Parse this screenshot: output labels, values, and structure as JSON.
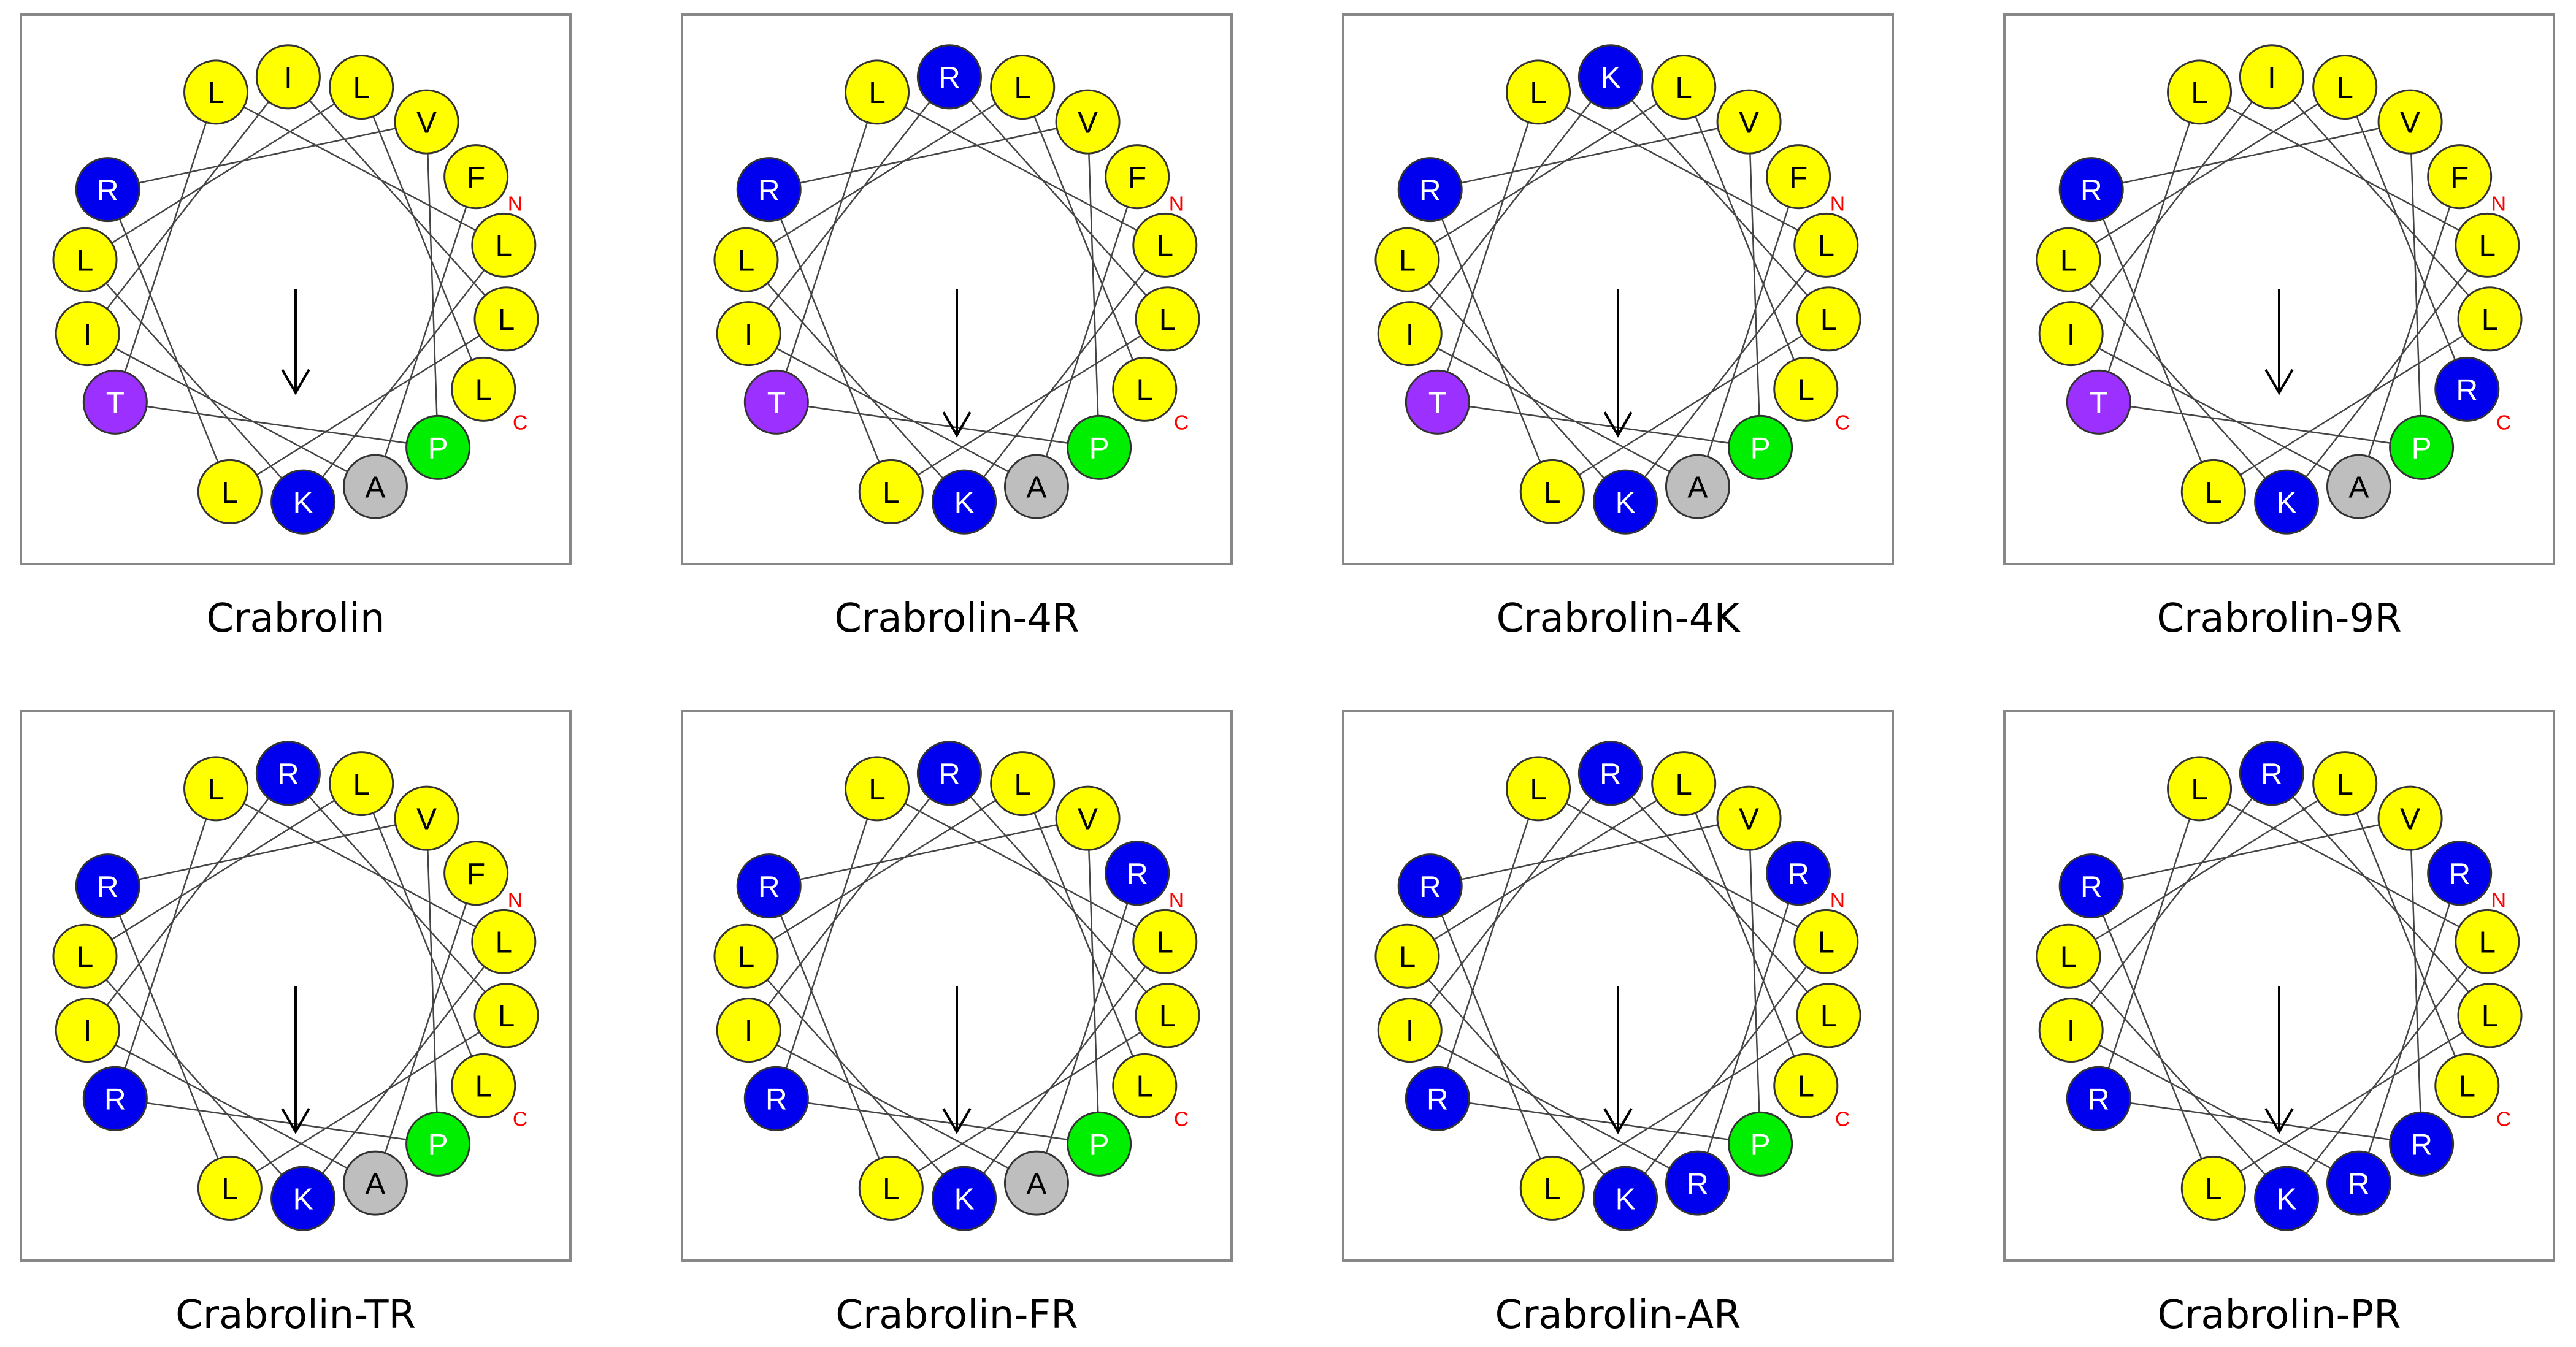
{
  "panels": [
    {
      "caption": "Crabrolin",
      "residues": [
        "F",
        "A",
        "I",
        "I",
        "L",
        "L",
        "R",
        "V",
        "P",
        "T",
        "L",
        "L",
        "K",
        "L",
        "L",
        "L"
      ],
      "arrow": "short"
    },
    {
      "caption": "Crabrolin-4R",
      "residues": [
        "F",
        "A",
        "I",
        "R",
        "L",
        "L",
        "R",
        "V",
        "P",
        "T",
        "L",
        "L",
        "K",
        "L",
        "L",
        "L"
      ],
      "arrow": "long"
    },
    {
      "caption": "Crabrolin-4K",
      "residues": [
        "F",
        "A",
        "I",
        "K",
        "L",
        "L",
        "R",
        "V",
        "P",
        "T",
        "L",
        "L",
        "K",
        "L",
        "L",
        "L"
      ],
      "arrow": "long"
    },
    {
      "caption": "Crabrolin-9R",
      "residues": [
        "F",
        "A",
        "I",
        "I",
        "L",
        "L",
        "R",
        "V",
        "P",
        "T",
        "L",
        "L",
        "K",
        "L",
        "L",
        "R"
      ],
      "arrow": "short"
    },
    {
      "caption": "Crabrolin-TR",
      "residues": [
        "F",
        "A",
        "I",
        "R",
        "L",
        "L",
        "R",
        "V",
        "P",
        "R",
        "L",
        "L",
        "K",
        "L",
        "L",
        "L"
      ],
      "arrow": "long"
    },
    {
      "caption": "Crabrolin-FR",
      "residues": [
        "R",
        "A",
        "I",
        "R",
        "L",
        "L",
        "R",
        "V",
        "P",
        "R",
        "L",
        "L",
        "K",
        "L",
        "L",
        "L"
      ],
      "arrow": "long"
    },
    {
      "caption": "Crabrolin-AR",
      "residues": [
        "R",
        "R",
        "I",
        "R",
        "L",
        "L",
        "R",
        "V",
        "P",
        "R",
        "L",
        "L",
        "K",
        "L",
        "L",
        "L"
      ],
      "arrow": "long"
    },
    {
      "caption": "Crabrolin-PR",
      "residues": [
        "R",
        "R",
        "I",
        "R",
        "L",
        "L",
        "R",
        "V",
        "R",
        "R",
        "L",
        "L",
        "K",
        "L",
        "L",
        "L"
      ],
      "arrow": "long"
    }
  ],
  "terminus_labels": {
    "n": "N",
    "c": "C"
  },
  "colors": {
    "hydrophobic": "#ffff00",
    "basic": "#0000ee",
    "polar_threonine": "#9b30ff",
    "proline": "#00ee00",
    "alanine": "#bebebe",
    "frame": "#888888"
  }
}
